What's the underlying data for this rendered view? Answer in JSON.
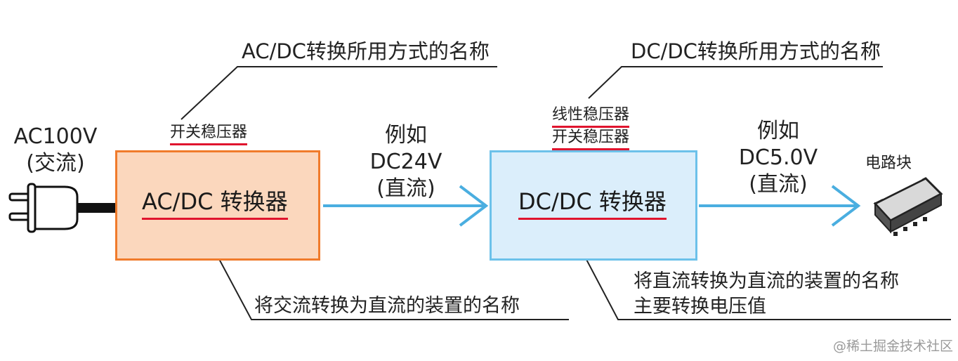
{
  "source": {
    "line1": "AC100V",
    "line2": "(交流)"
  },
  "converter_ac": {
    "label": "AC/DC 转换器",
    "method_title": "AC/DC转换所用方式的名称",
    "method_items": [
      "开关稳压器"
    ],
    "description": "将交流转换为直流的装置的名称",
    "fill": "#fbd7bd",
    "stroke": "#f07b2b"
  },
  "arrow_1": {
    "line1": "例如",
    "line2": "DC24V",
    "line3": "(直流)",
    "color": "#4aaee0"
  },
  "converter_dc": {
    "label": "DC/DC 转换器",
    "method_title": "DC/DC转换所用方式的名称",
    "method_items": [
      "线性稳压器",
      "开关稳压器"
    ],
    "description_line1": "将直流转换为直流的装置的名称",
    "description_line2": "主要转换电压值",
    "fill": "#dbeefb",
    "stroke": "#6cc1ea"
  },
  "arrow_2": {
    "line1": "例如",
    "line2": "DC5.0V",
    "line3": "(直流)",
    "color": "#4aaee0"
  },
  "load": {
    "label": "电路块"
  },
  "watermark": "@稀土掘金技术社区",
  "colors": {
    "underline_red": "#e0142e",
    "leader_line": "#222222"
  }
}
